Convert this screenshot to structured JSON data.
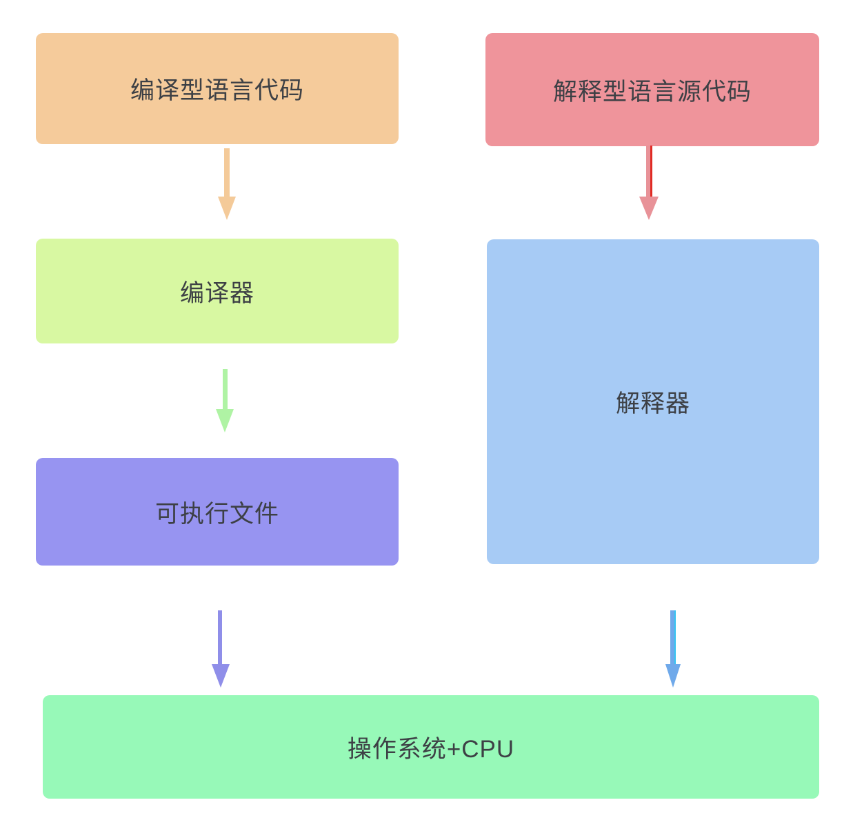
{
  "diagram": {
    "background": "#FFFFFF",
    "text_color": "#3D4045",
    "nodes": [
      {
        "id": "compiled-source",
        "label": "编译型语言代码",
        "bg": "#F5CB9B"
      },
      {
        "id": "interpreted-source",
        "label": "解释型语言源代码",
        "bg": "#EF949B"
      },
      {
        "id": "compiler",
        "label": "编译器",
        "bg": "#D8F8A2"
      },
      {
        "id": "interpreter",
        "label": "解释器",
        "bg": "#A7CBF5"
      },
      {
        "id": "executable",
        "label": "可执行文件",
        "bg": "#9794F1"
      },
      {
        "id": "os-cpu",
        "label": "操作系统+CPU",
        "bg": "#97F9B8"
      }
    ],
    "arrows": [
      {
        "id": "compiled-to-compiler",
        "from": "compiled-source",
        "to": "compiler",
        "direction": "down",
        "color": "#F4CA99"
      },
      {
        "id": "interpreted-to-interpreter",
        "from": "interpreted-source",
        "to": "interpreter",
        "direction": "down",
        "color": "#E89298",
        "stripe": "#E02B24"
      },
      {
        "id": "compiler-to-executable",
        "from": "compiler",
        "to": "executable",
        "direction": "down",
        "color": "#AFF3A4"
      },
      {
        "id": "executable-to-oscpu",
        "from": "executable",
        "to": "os-cpu",
        "direction": "down",
        "color": "#8F8EE9",
        "stripe": "#FFFFFF"
      },
      {
        "id": "interpreter-to-oscpu",
        "from": "interpreter",
        "to": "os-cpu",
        "direction": "down",
        "color": "#6FA9EA",
        "stripe": "#35C5F1"
      }
    ]
  }
}
